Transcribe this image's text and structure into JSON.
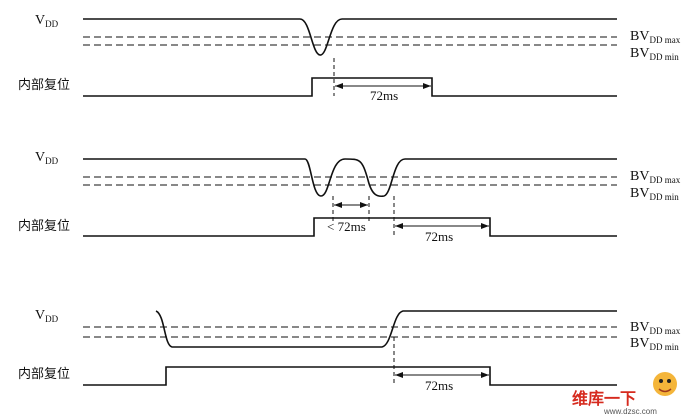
{
  "panels": [
    {
      "vdd_label": "V",
      "vdd_sub": "DD",
      "bv_max_main": "BV",
      "bv_max_sub": "DD max",
      "bv_min_main": "BV",
      "bv_min_sub": "DD min",
      "reset_label": "内部复位",
      "timing_labels": [
        "72ms"
      ]
    },
    {
      "vdd_label": "V",
      "vdd_sub": "DD",
      "bv_max_main": "BV",
      "bv_max_sub": "DD max",
      "bv_min_main": "BV",
      "bv_min_sub": "DD min",
      "reset_label": "内部复位",
      "timing_labels": [
        "< 72ms",
        "72ms"
      ]
    },
    {
      "vdd_label": "V",
      "vdd_sub": "DD",
      "bv_max_main": "BV",
      "bv_max_sub": "DD max",
      "bv_min_main": "BV",
      "bv_min_sub": "DD min",
      "reset_label": "内部复位",
      "timing_labels": [
        "72ms"
      ]
    }
  ],
  "watermark": {
    "line1": "维库一下",
    "line2": "www.dzsc.com",
    "colors": {
      "brand": "#d62a1e"
    }
  }
}
